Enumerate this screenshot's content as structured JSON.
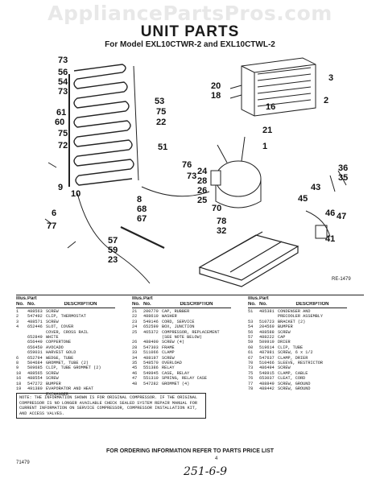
{
  "watermark": "AppliancePartsPros.com",
  "title": "UNIT PARTS",
  "subtitle": "For Model EXL10CTWR-2 and EXL10CTWL-2",
  "ref_code": "RE-1479",
  "callouts": [
    "73",
    "56",
    "54",
    "73",
    "61",
    "60",
    "75",
    "72",
    "9",
    "77",
    "53",
    "75",
    "22",
    "51",
    "20",
    "18",
    "16",
    "2",
    "3",
    "21",
    "1",
    "24",
    "76",
    "73",
    "28",
    "26",
    "25",
    "70",
    "8",
    "68",
    "67",
    "78",
    "32",
    "36",
    "35",
    "43",
    "45",
    "46",
    "47",
    "41",
    "57",
    "59",
    "23",
    "6",
    "10"
  ],
  "table_headers": {
    "illus": "Illus.",
    "no": "No.",
    "part": "Part",
    "partno": "No.",
    "desc": "DESCRIPTION"
  },
  "columns": [
    [
      [
        "1",
        "488563",
        "SCREW"
      ],
      [
        "2",
        "547492",
        "CLIP, THERMOSTAT"
      ],
      [
        "3",
        "488571",
        "SCREW"
      ],
      [
        "4",
        "652446",
        "SLOT, COVER"
      ],
      [
        "",
        "",
        "COVER, CROSS RAIL"
      ],
      [
        "",
        "652849",
        "WHITE"
      ],
      [
        "",
        "656449",
        "COPPERTONE"
      ],
      [
        "",
        "656450",
        "AVOCADO"
      ],
      [
        "",
        "659031",
        "HARVEST GOLD"
      ],
      [
        "6",
        "652794",
        "WEDGE, TUBE"
      ],
      [
        "8",
        "504684",
        "GROMMET, TUBE (2)"
      ],
      [
        "9",
        "509685",
        "CLIP, TUBE GROMMET (2)"
      ],
      [
        "10",
        "488565",
        "SCREW"
      ],
      [
        "16",
        "488554",
        "SCREW"
      ],
      [
        "18",
        "547272",
        "BUMPER"
      ],
      [
        "19",
        "491380",
        "EVAPORATOR AND HEAT"
      ],
      [
        "",
        "",
        "EXCHANGER"
      ]
    ],
    [
      [
        "21",
        "200770",
        "CAP, RUBBER"
      ],
      [
        "22",
        "488610",
        "WASHER"
      ],
      [
        "23",
        "549146",
        "CORD, SERVICE"
      ],
      [
        "24",
        "652599",
        "BOX, JUNCTION"
      ],
      [
        "25",
        "465372",
        "COMPRESSOR, REPLACEMENT"
      ],
      [
        "",
        "",
        "(SEE NOTE BELOW)"
      ],
      [
        "26",
        "488400",
        "SCREW (4)"
      ],
      [
        "28",
        "547303",
        "FRAME"
      ],
      [
        "33",
        "511066",
        "CLAMP"
      ],
      [
        "34",
        "488197",
        "SCREW"
      ],
      [
        "35",
        "548570",
        "OVERLOAD"
      ],
      [
        "45",
        "551386",
        "RELAY"
      ],
      [
        "46",
        "549945",
        "CASE, RELAY"
      ],
      [
        "47",
        "551310",
        "SPRING, RELAY CASE"
      ],
      [
        "48",
        "547282",
        "GROMMET (4)"
      ]
    ],
    [
      [
        "51",
        "485381",
        "CONDENSER AND"
      ],
      [
        "",
        "",
        "PRECOOLER ASSEMBLY"
      ],
      [
        "53",
        "510723",
        "BRACKET (2)"
      ],
      [
        "54",
        "204569",
        "BUMPER"
      ],
      [
        "56",
        "488588",
        "SCREW"
      ],
      [
        "57",
        "488222",
        "CAP"
      ],
      [
        "59",
        "509919",
        "DRIER"
      ],
      [
        "60",
        "519614",
        "CLIP, TUBE"
      ],
      [
        "61",
        "487981",
        "SCREW, 6 x 1/2"
      ],
      [
        "67",
        "547637",
        "CLAMP, DRIER"
      ],
      [
        "70",
        "510466",
        "SLEEVE, RESTRICTOR"
      ],
      [
        "73",
        "486494",
        "SCREW"
      ],
      [
        "75",
        "548915",
        "CLAMP, CABLE"
      ],
      [
        "76",
        "653037",
        "CLEAT, CORD"
      ],
      [
        "77",
        "488849",
        "SCREW, GROUND"
      ],
      [
        "78",
        "488442",
        "SCREW, GROUND"
      ]
    ]
  ],
  "note": "NOTE: THE INFORMATION SHOWN IS FOR ORIGINAL COMPRESSOR. IF THE ORIGINAL COMPRESSOR IS NO LONGER AVAILABLE CHECK SEALED SYSTEM REPAIR MANUAL FOR CURRENT INFORMATION ON SERVICE COMPRESSOR, COMPRESSOR INSTALLATION KIT, AND ACCESS VALVES.",
  "footer": "FOR ORDERING INFORMATION REFER TO PARTS PRICE LIST",
  "page_number": "4",
  "doc_code": "71479",
  "handwriting": "251-6-9"
}
